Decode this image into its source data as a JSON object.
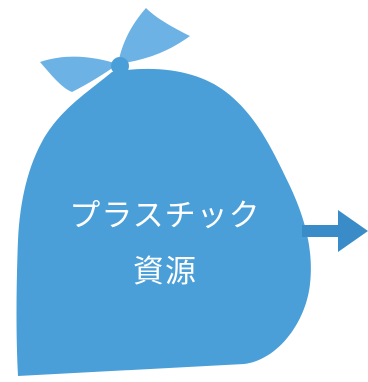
{
  "bag": {
    "label_line1": "プラスチック",
    "label_line2": "資源",
    "body_color": "#4a9fd8",
    "bow_color": "#6cb2e4",
    "text_color": "#ffffff"
  },
  "arrow": {
    "color": "#3a8cc8",
    "direction": "right"
  }
}
